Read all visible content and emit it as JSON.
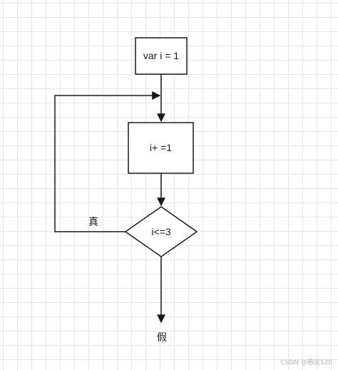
{
  "diagram": {
    "nodes": {
      "init": {
        "label": "var i = 1",
        "shape": "rectangle"
      },
      "increment": {
        "label": "i+ =1",
        "shape": "rectangle"
      },
      "condition": {
        "label": "i<=3",
        "shape": "diamond"
      }
    },
    "edges": {
      "true_label": "真",
      "false_label": "假"
    }
  },
  "watermark": "CSDN @憨皮520",
  "colors": {
    "stroke": "#1a1a1a",
    "grid": "#e6e6e6",
    "background": "#ffffff"
  }
}
